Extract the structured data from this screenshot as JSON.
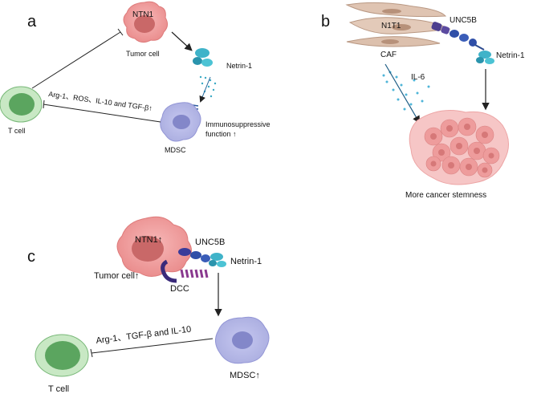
{
  "panel_a": {
    "letter": "a",
    "ntn1": "NTN1",
    "tumor_cell": "Tumor cell",
    "netrin1": "Netrin-1",
    "factors": "Arg-1、ROS、IL-10 and TGF-β↑",
    "t_cell": "T cell",
    "mdsc": "MDSC",
    "immuno_line1": "Immunosuppressive",
    "immuno_line2": "function ↑"
  },
  "panel_b": {
    "letter": "b",
    "n1t1": "N1T1",
    "unc5b": "UNC5B",
    "caf": "CAF",
    "il6": "IL-6",
    "netrin1": "Netrin-1",
    "stemness": "More cancer stemness"
  },
  "panel_c": {
    "letter": "c",
    "ntn1": "NTN1↑",
    "unc5b": "UNC5B",
    "netrin1": "Netrin-1",
    "tumor_cell": "Tumor cell↑",
    "dcc": "DCC",
    "factors": "Arg-1、TGF-β and IL-10",
    "mdsc": "MDSC↑",
    "t_cell": "T cell"
  }
}
